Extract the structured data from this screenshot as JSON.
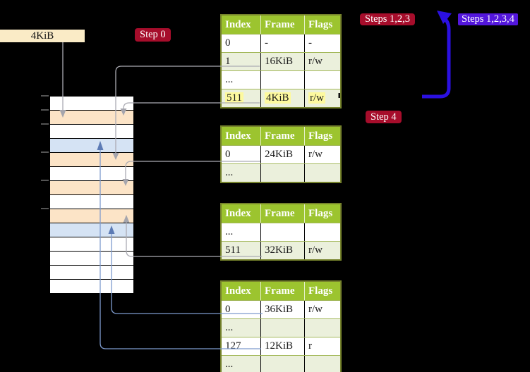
{
  "labels": {
    "page_size": "4KiB"
  },
  "badges": {
    "step0": {
      "label": "Step 0",
      "color": "#A60D2B"
    },
    "steps123": {
      "label": "Steps 1,2,3",
      "color": "#A60D2B"
    },
    "steps1234": {
      "label": "Steps 1,2,3,4",
      "color": "#5316DC"
    },
    "step4": {
      "label": "Step 4",
      "color": "#A60D2B"
    }
  },
  "page_tables": [
    {
      "name": "page-table-level-top",
      "columns": [
        "Index",
        "Frame",
        "Flags"
      ],
      "rows": [
        {
          "cells": [
            "0",
            "-",
            "-"
          ],
          "shaded": false,
          "highlight": false
        },
        {
          "cells": [
            "1",
            "16KiB",
            "r/w"
          ],
          "shaded": true,
          "highlight": false
        },
        {
          "cells": [
            "...",
            "",
            ""
          ],
          "shaded": false,
          "highlight": false
        },
        {
          "cells": [
            "511",
            "4KiB",
            "r/w"
          ],
          "shaded": true,
          "highlight": true
        }
      ]
    },
    {
      "name": "page-table-level-3",
      "columns": [
        "Index",
        "Frame",
        "Flags"
      ],
      "rows": [
        {
          "cells": [
            "0",
            "24KiB",
            "r/w"
          ],
          "shaded": false,
          "highlight": false
        },
        {
          "cells": [
            "...",
            "",
            ""
          ],
          "shaded": true,
          "highlight": false
        }
      ]
    },
    {
      "name": "page-table-level-2",
      "columns": [
        "Index",
        "Frame",
        "Flags"
      ],
      "rows": [
        {
          "cells": [
            "...",
            "",
            ""
          ],
          "shaded": false,
          "highlight": false
        },
        {
          "cells": [
            "511",
            "32KiB",
            "r/w"
          ],
          "shaded": true,
          "highlight": false
        }
      ]
    },
    {
      "name": "page-table-level-1",
      "columns": [
        "Index",
        "Frame",
        "Flags"
      ],
      "rows": [
        {
          "cells": [
            "0",
            "36KiB",
            "r/w"
          ],
          "shaded": false,
          "highlight": false
        },
        {
          "cells": [
            "...",
            "",
            ""
          ],
          "shaded": true,
          "highlight": false
        },
        {
          "cells": [
            "127",
            "12KiB",
            "r"
          ],
          "shaded": false,
          "highlight": false
        },
        {
          "cells": [
            "...",
            "",
            ""
          ],
          "shaded": true,
          "highlight": false
        }
      ]
    }
  ],
  "memory_strip": {
    "rows": [
      {
        "fill": "white"
      },
      {
        "fill": "peach"
      },
      {
        "fill": "white"
      },
      {
        "fill": "blue"
      },
      {
        "fill": "peach"
      },
      {
        "fill": "white"
      },
      {
        "fill": "peach"
      },
      {
        "fill": "white"
      },
      {
        "fill": "peach"
      },
      {
        "fill": "blue"
      },
      {
        "fill": "white"
      },
      {
        "fill": "white"
      },
      {
        "fill": "white"
      },
      {
        "fill": "white"
      }
    ]
  },
  "colors": {
    "table_header_green": "#9CC42F",
    "table_row_green": "#EBF0DC",
    "table_border_olive": "#76832C",
    "highlight_yellow": "#FDF99E",
    "frame_peach": "#FCE4C7",
    "frame_light_blue": "#D5E3F4",
    "badge_red": "#A60D2B",
    "badge_violet": "#5316DC",
    "big_arrow_blue": "#2B10E1",
    "connector_gray": "#ABABB3",
    "connector_blue": "#7E9BCE"
  }
}
